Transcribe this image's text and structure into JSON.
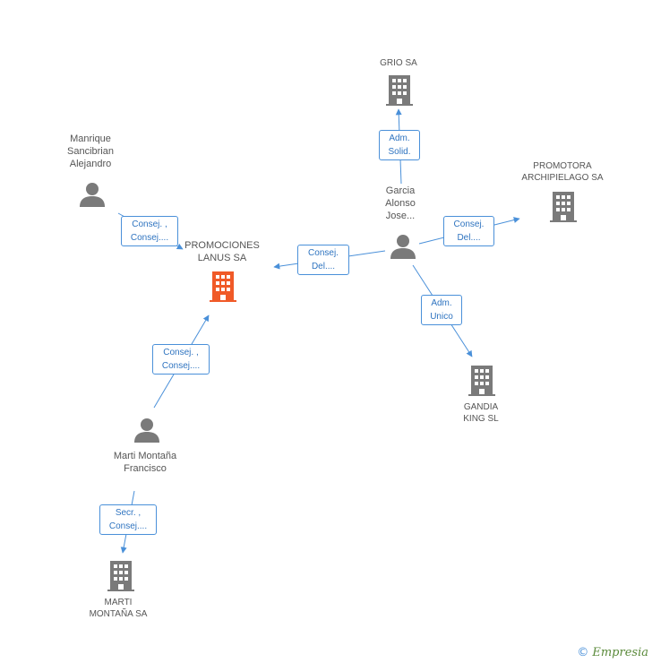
{
  "nodes": {
    "grio": {
      "label": "GRIO SA",
      "type": "company",
      "color": "#7a7a7a"
    },
    "promotora": {
      "label": "PROMOTORA ARCHIPIELAGO SA",
      "type": "company",
      "color": "#7a7a7a"
    },
    "promociones": {
      "label": "PROMOCIONES LANUS SA",
      "type": "company",
      "color": "#f05a28"
    },
    "gandia": {
      "label": "GANDIA KING SL",
      "type": "company",
      "color": "#7a7a7a"
    },
    "marti_sa": {
      "label": "MARTI MONTAÑA SA",
      "type": "company",
      "color": "#7a7a7a"
    },
    "manrique": {
      "label": "Manrique Sancibrian Alejandro",
      "type": "person",
      "color": "#7a7a7a"
    },
    "garcia": {
      "label": "Garcia Alonso Jose...",
      "type": "person",
      "color": "#7a7a7a"
    },
    "marti_f": {
      "label": "Marti Montaña Francisco",
      "type": "person",
      "color": "#7a7a7a"
    }
  },
  "edges": {
    "garcia_grio": {
      "line1": "Adm.",
      "line2": "Solid."
    },
    "garcia_promotora": {
      "line1": "Consej.",
      "line2": "Del...."
    },
    "garcia_promociones": {
      "line1": "Consej.",
      "line2": "Del...."
    },
    "garcia_gandia": {
      "line1": "Adm.",
      "line2": "Unico"
    },
    "manrique_promociones": {
      "line1": "Consej. ,",
      "line2": "Consej...."
    },
    "martif_promociones": {
      "line1": "Consej. ,",
      "line2": "Consej...."
    },
    "martif_martisa": {
      "line1": "Secr. ,",
      "line2": "Consej...."
    }
  },
  "colors": {
    "edge": "#4a90d9",
    "edge_text": "#2f74c0"
  },
  "watermark": {
    "copyright": "©",
    "brand": "Empresia"
  }
}
